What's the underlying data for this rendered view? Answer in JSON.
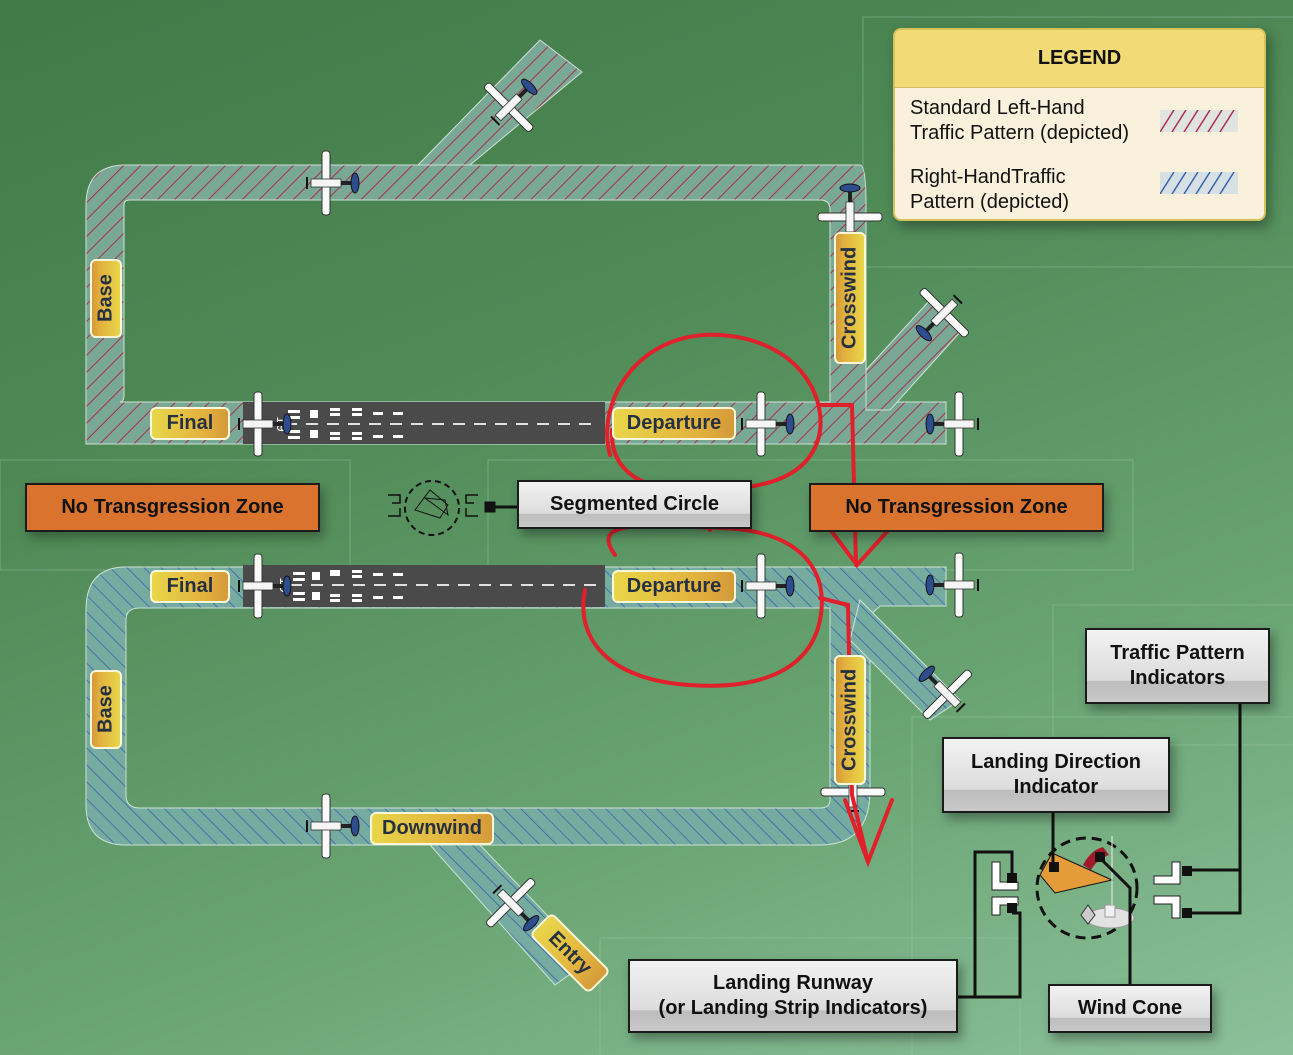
{
  "diagram": {
    "title": "Airport traffic pattern diagram with segmented circle",
    "legend": {
      "title": "LEGEND",
      "items": [
        {
          "line1": "Standard Left-Hand",
          "line2": "Traffic Pattern (depicted)",
          "pattern_color": "#b0304a"
        },
        {
          "line1": "Right-HandTraffic",
          "line2": "Pattern (depicted)",
          "pattern_color": "#3a64b0"
        }
      ]
    },
    "top_pattern": {
      "type": "left-hand",
      "legs": {
        "base": "Base",
        "final": "Final",
        "departure": "Departure",
        "crosswind": "Crosswind"
      },
      "runway_number": "19"
    },
    "bottom_pattern": {
      "type": "right-hand",
      "legs": {
        "base": "Base",
        "final": "Final",
        "departure": "Departure",
        "crosswind": "Crosswind",
        "downwind": "Downwind",
        "entry": "Entry"
      },
      "runway_number": "19"
    },
    "zones": {
      "left": "No Transgression Zone",
      "right": "No Transgression Zone"
    },
    "callouts": {
      "segmented_circle": "Segmented Circle",
      "traffic_pattern_indicators_line1": "Traffic Pattern",
      "traffic_pattern_indicators_line2": "Indicators",
      "landing_direction_indicator_line1": "Landing Direction",
      "landing_direction_indicator_line2": "Indicator",
      "landing_runway_line1": "Landing Runway",
      "landing_runway_line2": "(or Landing Strip Indicators)",
      "wind_cone": "Wind Cone"
    },
    "colors": {
      "left_hand_hatch": "#b0304a",
      "right_hand_hatch": "#3a64b0",
      "runway": "#4a4a4a",
      "zone": "#d9732d",
      "annotation": "#e0202a"
    }
  }
}
